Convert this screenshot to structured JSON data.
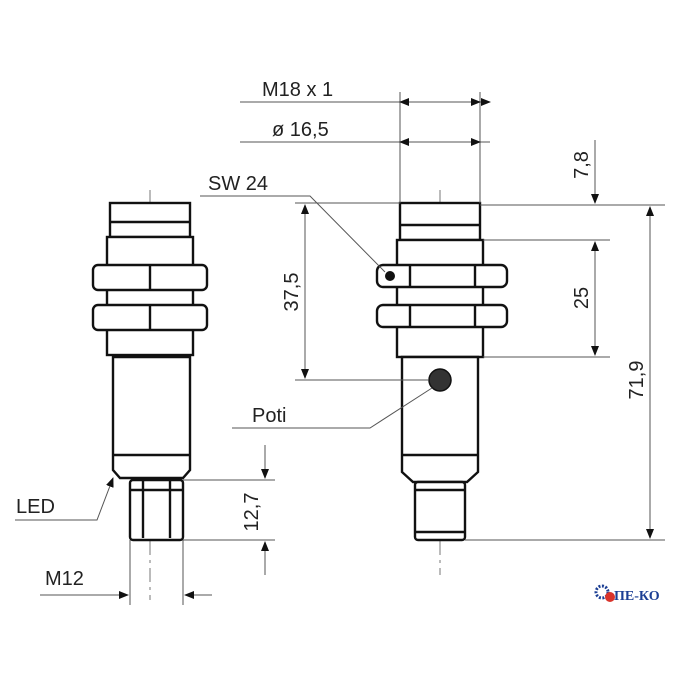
{
  "labels": {
    "thread": "M18 x 1",
    "diameter": "ø  16,5",
    "wrench": "SW 24",
    "poti": "Poti",
    "led": "LED",
    "connector": "M12",
    "dim_37_5": "37,5",
    "dim_7_8": "7,8",
    "dim_25": "25",
    "dim_71_9": "71,9",
    "dim_12_7": "12,7"
  },
  "logo": {
    "text": "ПЕ-КО",
    "color": "#1c3f94",
    "gear_color": "#d9342b"
  }
}
